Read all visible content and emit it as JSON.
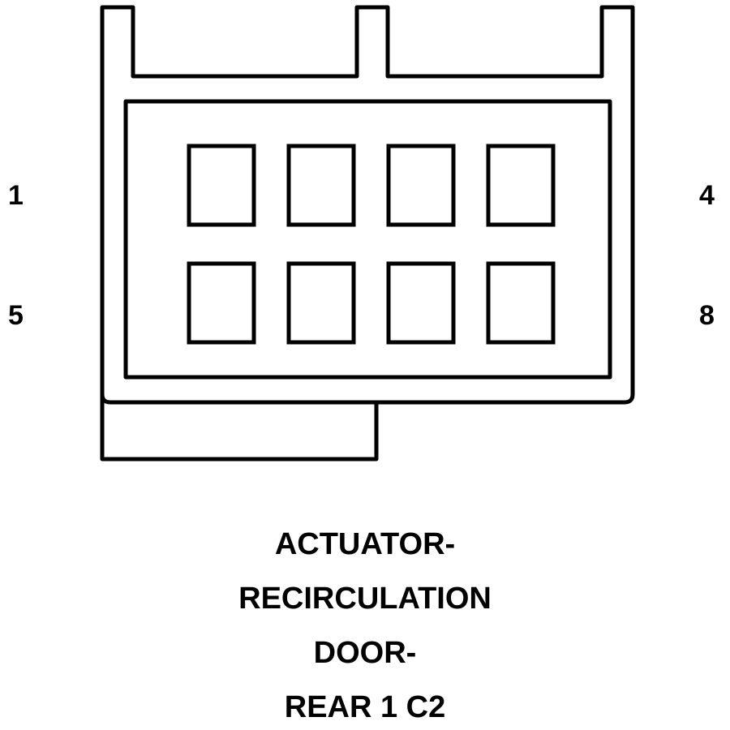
{
  "connector": {
    "pin_labels": {
      "top_left": "1",
      "top_right": "4",
      "bottom_left": "5",
      "bottom_right": "8"
    },
    "cavity_rows": 2,
    "cavity_columns": 4
  },
  "title": {
    "lines": [
      "ACTUATOR-",
      "RECIRCULATION",
      "DOOR-",
      "REAR 1 C2"
    ]
  },
  "colors": {
    "line": "#000000",
    "background": "#ffffff"
  }
}
